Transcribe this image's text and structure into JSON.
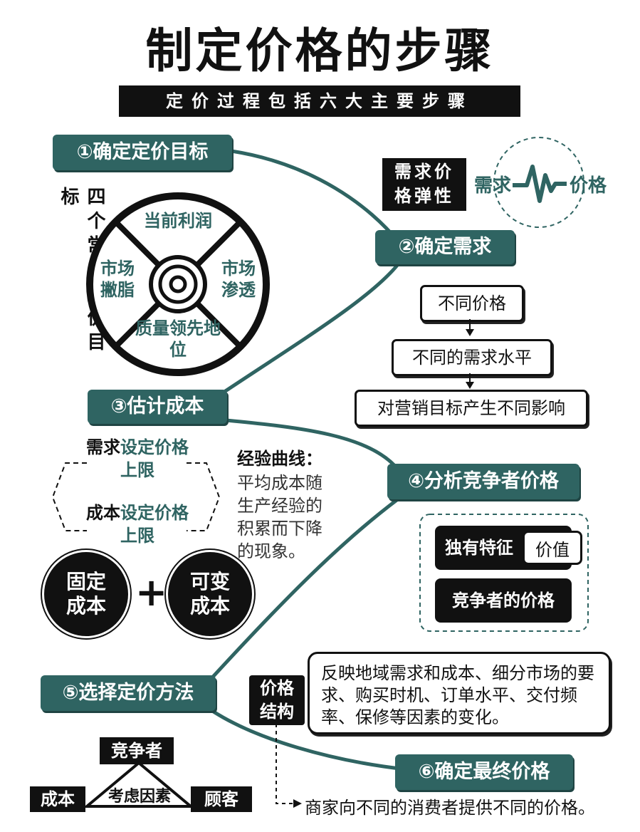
{
  "title": "制定价格的步骤",
  "subtitle": "定价过程包括六大主要步骤",
  "steps": [
    "①确定定价目标",
    "②确定需求",
    "③估计成本",
    "④分析竞争者价格",
    "⑤选择定价方法",
    "⑥确定最终价格"
  ],
  "objectives": {
    "vertical_label": "四个常见定价目标",
    "top": "当前利润",
    "right": "市场渗透",
    "bottom": "质量领先地位",
    "left": "市场撇脂"
  },
  "demand": {
    "elasticity_label": "需求价格弹性",
    "left_word": "需求",
    "right_word": "价格",
    "flow": [
      "不同价格",
      "不同的需求水平",
      "对营销目标产生不同影响"
    ]
  },
  "costs": {
    "demand_limit_prefix": "需求",
    "demand_limit_suffix": "设定价格上限",
    "cost_limit_prefix": "成本",
    "cost_limit_suffix": "设定价格上限",
    "experience_title": "经验曲线：",
    "experience_text": "平均成本随生产经验的积累而下降的现象。",
    "fixed": "固定成本",
    "plus": "+",
    "variable": "可变成本"
  },
  "competitors": {
    "unique_features": "独有特征",
    "value": "价值",
    "competitor_price": "竞争者的价格"
  },
  "method": {
    "top": "竞争者",
    "center": "考虑因素",
    "left": "成本",
    "right": "顾客"
  },
  "price_structure": {
    "label": "价格结构",
    "text": "反映地域需求和成本、细分市场的要求、购买时机、订单水平、交付频率、保修等因素的变化。",
    "footnote": "商家向不同的消费者提供不同的价格。"
  },
  "colors": {
    "teal": "#2f6462",
    "black": "#111111"
  }
}
